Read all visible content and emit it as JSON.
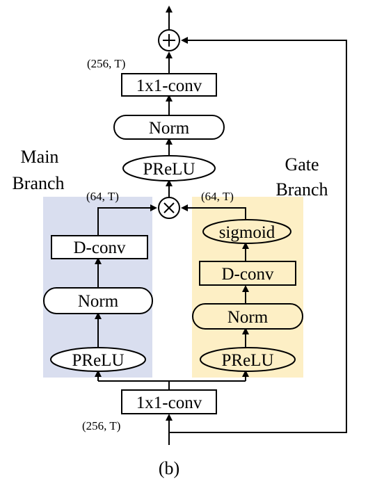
{
  "diagram": {
    "caption": "(b)",
    "labels": {
      "main_branch_line1": "Main",
      "main_branch_line2": "Branch",
      "gate_branch_line1": "Gate",
      "gate_branch_line2": "Branch"
    },
    "dims": {
      "top_out": "(256, T)",
      "main_in": "(64, T)",
      "gate_in": "(64, T)",
      "bottom_in": "(256, T)"
    },
    "blocks": {
      "conv_top": "1x1-conv",
      "norm_top": "Norm",
      "prelu_top": "PReLU",
      "main_dconv": "D-conv",
      "main_norm": "Norm",
      "main_prelu": "PReLU",
      "gate_sigmoid": "sigmoid",
      "gate_dconv": "D-conv",
      "gate_norm": "Norm",
      "gate_prelu": "PReLU",
      "conv_bottom": "1x1-conv"
    },
    "ops": {
      "add": "+",
      "multiply": "×"
    },
    "colors": {
      "main_bg": "#d9deef",
      "gate_bg": "#fdefc5"
    }
  }
}
